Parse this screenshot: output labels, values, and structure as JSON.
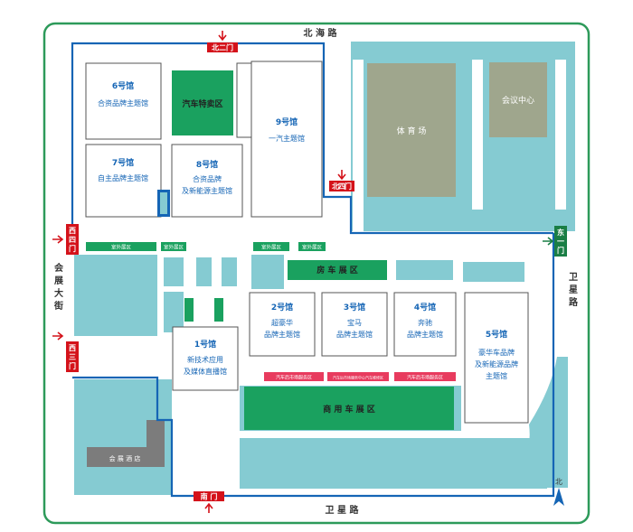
{
  "roads": {
    "north": "北 海 路",
    "south": "卫 星 路",
    "west": [
      "会",
      "展",
      "大",
      "街"
    ],
    "east": [
      "卫",
      "星",
      "路"
    ]
  },
  "gates": {
    "north2": "北二门",
    "north4": [
      "北",
      "四",
      "门"
    ],
    "west4": [
      "西",
      "四",
      "门"
    ],
    "west3": [
      "西",
      "三",
      "门"
    ],
    "east1": [
      "东",
      "一",
      "门"
    ],
    "south": "南 门"
  },
  "halls": {
    "h6": {
      "title": "6号馆",
      "lines": [
        "合资品牌主题馆"
      ]
    },
    "h7": {
      "title": "7号馆",
      "lines": [
        "自主品牌主题馆"
      ]
    },
    "h8": {
      "title": "8号馆",
      "lines": [
        "合资品牌",
        "及新能源主题馆"
      ]
    },
    "h9": {
      "title": "9号馆",
      "lines": [
        "一汽主题馆"
      ]
    },
    "h1": {
      "title": "1号馆",
      "lines": [
        "新技术应用",
        "及媒体直播馆"
      ]
    },
    "h2": {
      "title": "2号馆",
      "lines": [
        "超豪华",
        "品牌主题馆"
      ]
    },
    "h3": {
      "title": "3号馆",
      "lines": [
        "宝马",
        "品牌主题馆"
      ]
    },
    "h4": {
      "title": "4号馆",
      "lines": [
        "奔驰",
        "品牌主题馆"
      ]
    },
    "h5": {
      "title": "5号馆",
      "lines": [
        "豪华车品牌",
        "及新能源品牌",
        "主题馆"
      ]
    }
  },
  "zones": {
    "special_sale": "汽车特卖区",
    "rv": "房 车 展 区",
    "commercial": "商 用 车 展 区",
    "stadium": "体 育 场",
    "conference": "会议中心",
    "hotel": "会 展 酒 店",
    "outdoor": "室外展区",
    "pink_labels": [
      "汽车后市场服务区",
      "汽车后市场服务中心汽车维修区",
      "汽车后市场服务区"
    ]
  },
  "compass": {
    "label": "北"
  },
  "colors": {
    "teal": "#85cbd2",
    "green": "#1aa15f",
    "blue_border": "#1565b5",
    "outer_border": "#2d9a5a",
    "gate_red": "#d4121a",
    "gate_green": "#1a7e45",
    "stadium": "#9fa68d",
    "hotel": "#7c7c7c",
    "pink": "#e83b5e"
  }
}
